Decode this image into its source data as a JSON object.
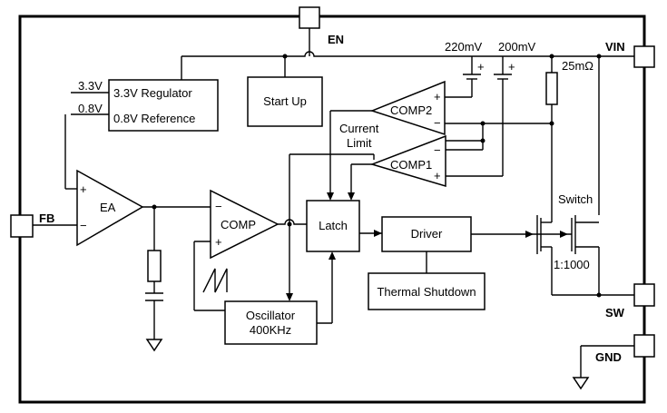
{
  "pins": {
    "en": "EN",
    "vin": "VIN",
    "fb": "FB",
    "sw": "SW",
    "gnd": "GND"
  },
  "blocks": {
    "regulator": "3.3V  Regulator",
    "regulator_in": "3.3V",
    "reference": "0.8V  Reference",
    "reference_in": "0.8V",
    "startup": "Start Up",
    "ea": "EA",
    "comp": "COMP",
    "latch": "Latch",
    "driver": "Driver",
    "thermal": "Thermal Shutdown",
    "oscillator_l1": "Oscillator",
    "oscillator_l2": "400KHz",
    "comp1": "COMP1",
    "comp2": "COMP2",
    "current_limit_l1": "Current",
    "current_limit_l2": "Limit",
    "switch": "Switch",
    "ratio": "1:1000",
    "v220": "220mV",
    "v200": "200mV",
    "rsense": "25mΩ"
  },
  "signs": {
    "plus": "+",
    "minus": "−"
  }
}
